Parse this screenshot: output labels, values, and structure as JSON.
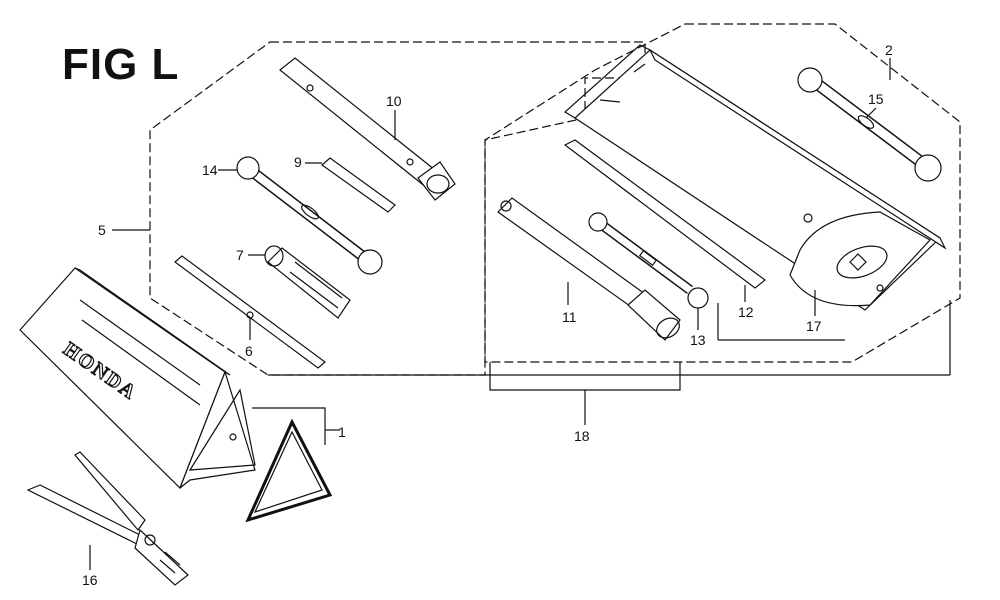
{
  "figure": {
    "title": "FIG L",
    "brand_text": "HONDA"
  },
  "callouts": {
    "c1": "1",
    "c2": "2",
    "c5": "5",
    "c6": "6",
    "c7": "7",
    "c9": "9",
    "c10": "10",
    "c11": "11",
    "c12": "12",
    "c13": "13",
    "c14": "14",
    "c15": "15",
    "c16": "16",
    "c17": "17",
    "c18": "18"
  }
}
